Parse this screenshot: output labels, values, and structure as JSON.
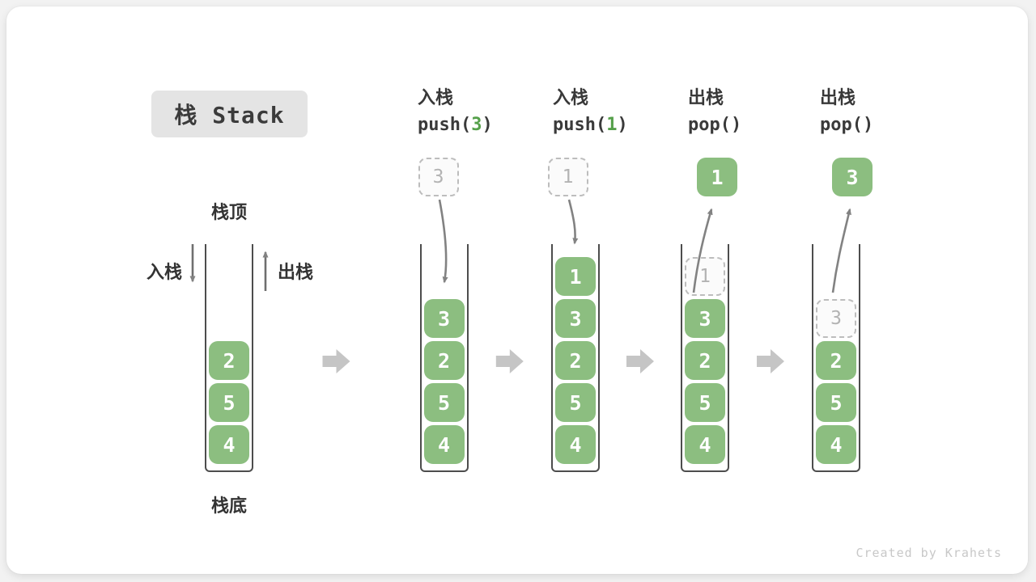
{
  "title": "栈 Stack",
  "footer": "Created by Krahets",
  "first_stack_labels": {
    "top": "栈顶",
    "bottom": "栈底",
    "push_side": "入栈",
    "pop_side": "出栈"
  },
  "operations": [
    {
      "name_cn": "入栈",
      "code_prefix": "push(",
      "code_arg": "3",
      "code_suffix": ")"
    },
    {
      "name_cn": "入栈",
      "code_prefix": "push(",
      "code_arg": "1",
      "code_suffix": ")"
    },
    {
      "name_cn": "出栈",
      "code_prefix": "pop(",
      "code_arg": "",
      "code_suffix": ")"
    },
    {
      "name_cn": "出栈",
      "code_prefix": "pop(",
      "code_arg": "",
      "code_suffix": ")"
    }
  ],
  "stacks": [
    {
      "label": "initial-stack",
      "cells": [
        {
          "row": 2,
          "value": "2",
          "ghost": false
        },
        {
          "row": 3,
          "value": "5",
          "ghost": false
        },
        {
          "row": 4,
          "value": "4",
          "ghost": false
        }
      ],
      "floating": null
    },
    {
      "label": "stack-after-push-3",
      "cells": [
        {
          "row": 1,
          "value": "3",
          "ghost": false
        },
        {
          "row": 2,
          "value": "2",
          "ghost": false
        },
        {
          "row": 3,
          "value": "5",
          "ghost": false
        },
        {
          "row": 4,
          "value": "4",
          "ghost": false
        }
      ],
      "floating": {
        "value": "3",
        "variant": "dashed"
      }
    },
    {
      "label": "stack-after-push-1",
      "cells": [
        {
          "row": 0,
          "value": "1",
          "ghost": false
        },
        {
          "row": 1,
          "value": "3",
          "ghost": false
        },
        {
          "row": 2,
          "value": "2",
          "ghost": false
        },
        {
          "row": 3,
          "value": "5",
          "ghost": false
        },
        {
          "row": 4,
          "value": "4",
          "ghost": false
        }
      ],
      "floating": {
        "value": "1",
        "variant": "dashed"
      }
    },
    {
      "label": "stack-after-pop-1",
      "cells": [
        {
          "row": 0,
          "value": "1",
          "ghost": true
        },
        {
          "row": 1,
          "value": "3",
          "ghost": false
        },
        {
          "row": 2,
          "value": "2",
          "ghost": false
        },
        {
          "row": 3,
          "value": "5",
          "ghost": false
        },
        {
          "row": 4,
          "value": "4",
          "ghost": false
        }
      ],
      "floating": {
        "value": "1",
        "variant": "green"
      }
    },
    {
      "label": "stack-after-pop-3",
      "cells": [
        {
          "row": 1,
          "value": "3",
          "ghost": true
        },
        {
          "row": 2,
          "value": "2",
          "ghost": false
        },
        {
          "row": 3,
          "value": "5",
          "ghost": false
        },
        {
          "row": 4,
          "value": "4",
          "ghost": false
        }
      ],
      "floating": {
        "value": "3",
        "variant": "green"
      }
    }
  ],
  "colors": {
    "block_green": "#8cbe80",
    "arg_green": "#55a04a",
    "arrow_gray": "#828282",
    "chevron_gray": "#c5c5c5"
  }
}
